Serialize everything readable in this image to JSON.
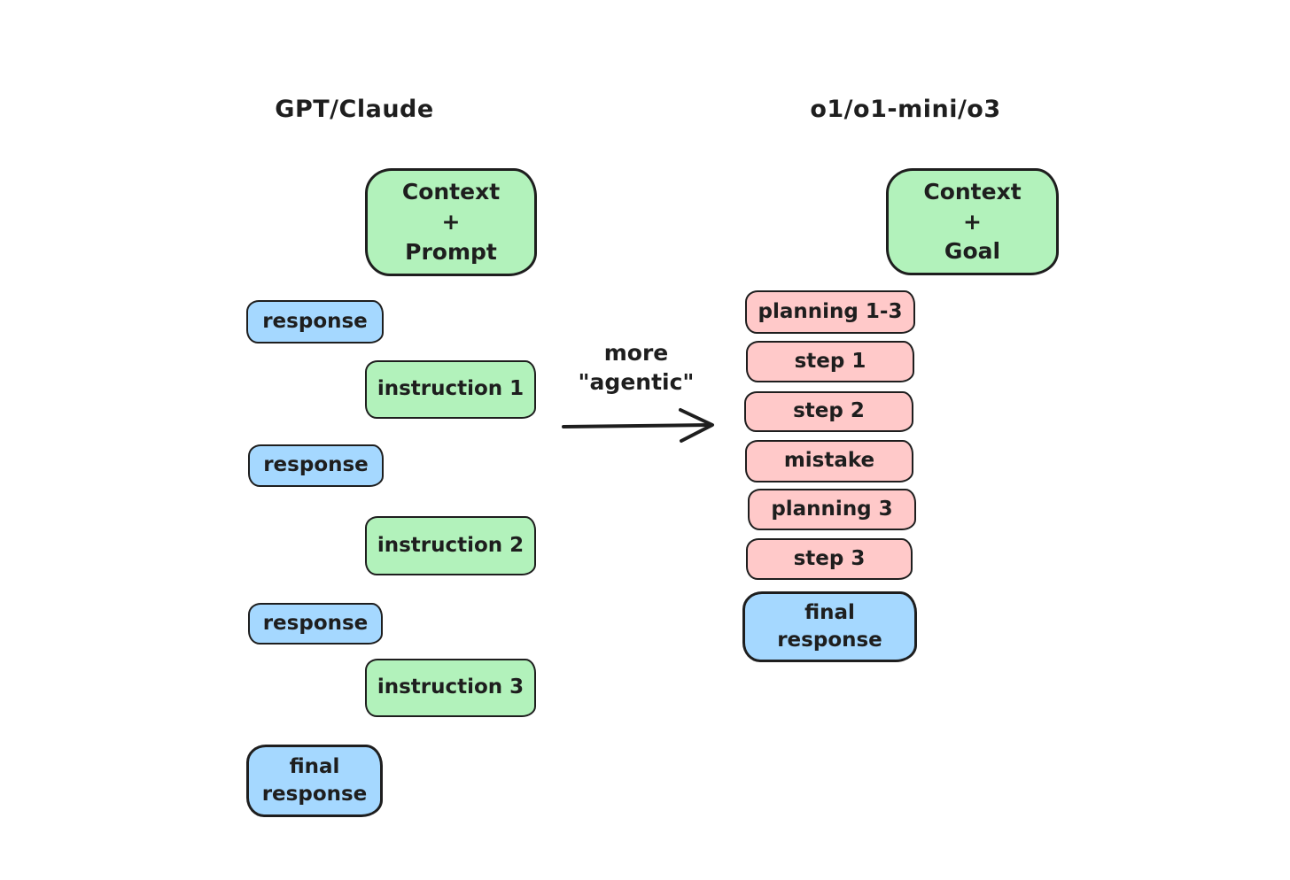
{
  "colors": {
    "background": "#ffffff",
    "stroke": "#1e1e1e",
    "green_fill": "#b2f2bb",
    "blue_fill": "#a5d8ff",
    "pink_fill": "#ffc9c9"
  },
  "left_column": {
    "header": "GPT/Claude",
    "context_box": "Context\n+\nPrompt",
    "response_1": "response",
    "instruction_1": "instruction 1",
    "response_2": "response",
    "instruction_2": "instruction 2",
    "response_3": "response",
    "instruction_3": "instruction 3",
    "final_response": "final\nresponse"
  },
  "center": {
    "annotation": "more\n\"agentic\"",
    "arrow_icon": "right-arrow"
  },
  "right_column": {
    "header": "o1/o1-mini/o3",
    "context_box": "Context\n+\nGoal",
    "steps": [
      "planning 1-3",
      "step 1",
      "step 2",
      "mistake",
      "planning 3",
      "step 3"
    ],
    "final_response": "final\nresponse"
  }
}
